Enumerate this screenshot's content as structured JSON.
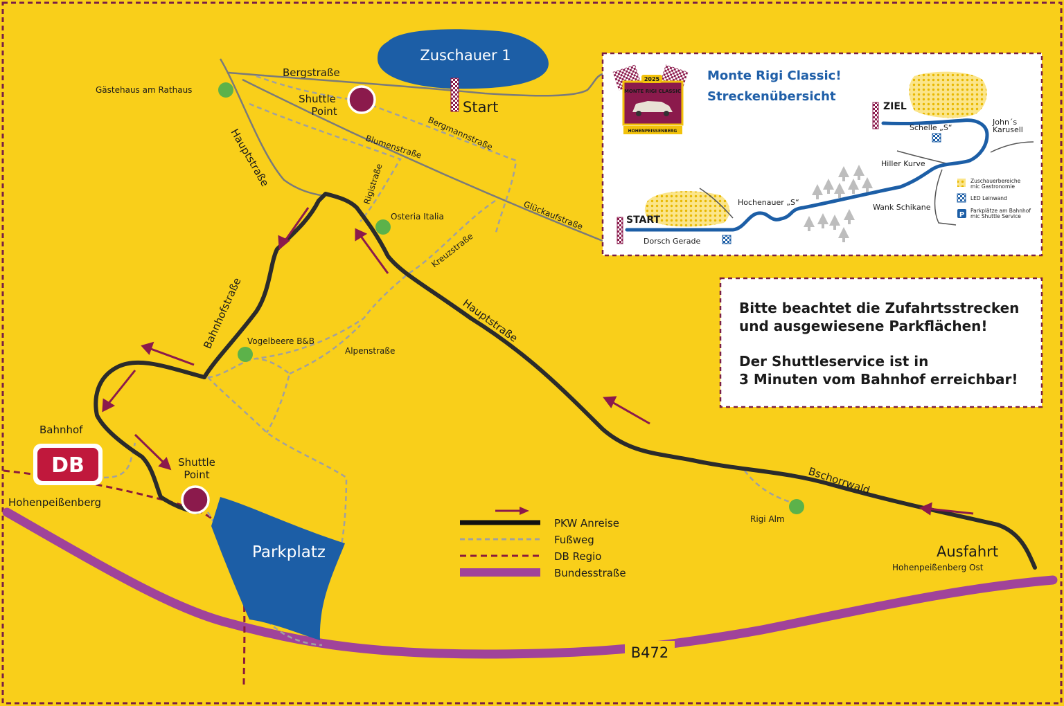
{
  "colors": {
    "background": "#f9cf1a",
    "border": "#7a1f45",
    "car_route": "#2b2b2b",
    "footpath": "#a0a0a0",
    "rail": "#8b1a3c",
    "highway": "#a0439a",
    "water_parking": "#1c5ea6",
    "poi": "#5cb24a",
    "shuttle": "#8b1a4c",
    "arrow": "#8b1a4c",
    "db_badge": "#c0183c",
    "minor_road": "#7a7a7a"
  },
  "areas": {
    "spectators": "Zuschauer 1",
    "parking": "Parkplatz"
  },
  "streets": {
    "bergstrasse": "Bergstraße",
    "hauptstrasse_north": "Hauptstraße",
    "hauptstrasse_south": "Hauptstraße",
    "bahnhofstrasse": "Bahnhofstraße",
    "bergmannstrasse": "Bergmannstraße",
    "blumenstrasse": "Blumenstraße",
    "rigistrasse": "Rigistraße",
    "glueckaufstrasse": "Glückaufstraße",
    "kreuzstrasse": "Kreuzstraße",
    "alpenstrasse": "Alpenstraße",
    "bschorrwald": "Bschorrwald",
    "b472": "B472"
  },
  "places": {
    "gaestehaus": "Gästehaus am Rathaus",
    "osteria": "Osteria Italia",
    "vogelbeere": "Vogelbeere B&B",
    "rigi_alm": "Rigi Alm",
    "bahnhof": "Bahnhof",
    "hohenpeissenberg": "Hohenpeißenberg",
    "ausfahrt": "Ausfahrt",
    "ausfahrt_sub": "Hohenpeißenberg Ost",
    "start": "Start"
  },
  "db_badge": "DB",
  "shuttle": {
    "line1": "Shuttle",
    "line2": "Point"
  },
  "legend": [
    {
      "label": "PKW Anreise"
    },
    {
      "label": "Fußweg"
    },
    {
      "label": "DB Regio"
    },
    {
      "label": "Bundesstraße"
    }
  ],
  "inset": {
    "title_line1": "Monte Rigi Classic!",
    "title_line2": "Streckenübersicht",
    "logo": {
      "year": "2025",
      "name": "MONTE RIGI CLASSIC",
      "place": "HOHENPEISSENBERG"
    },
    "start": "START",
    "ziel": "ZIEL",
    "dorsch": "Dorsch Gerade",
    "hochenauer": "Hochenauer „S“",
    "wank": "Wank Schikane",
    "hiller": "Hiller Kurve",
    "schelle": "Schelle „S“",
    "johns_line1": "John´s",
    "johns_line2": "Karusell",
    "legend": [
      {
        "line1": "Zuschauerbereiche",
        "line2": "mic Gastronomie"
      },
      {
        "line1": "LED Leinwand",
        "line2": ""
      },
      {
        "line1": "Parkplätze am Bahnhof",
        "line2": "mic Shuttle Service",
        "icon": "P"
      }
    ]
  },
  "notice": {
    "line1": "Bitte beachtet die Zufahrtsstrecken",
    "line2": "und ausgewiesene Parkflächen!",
    "line3": "Der Shuttleservice ist in",
    "line4": "3 Minuten vom Bahnhof erreichbar!"
  }
}
